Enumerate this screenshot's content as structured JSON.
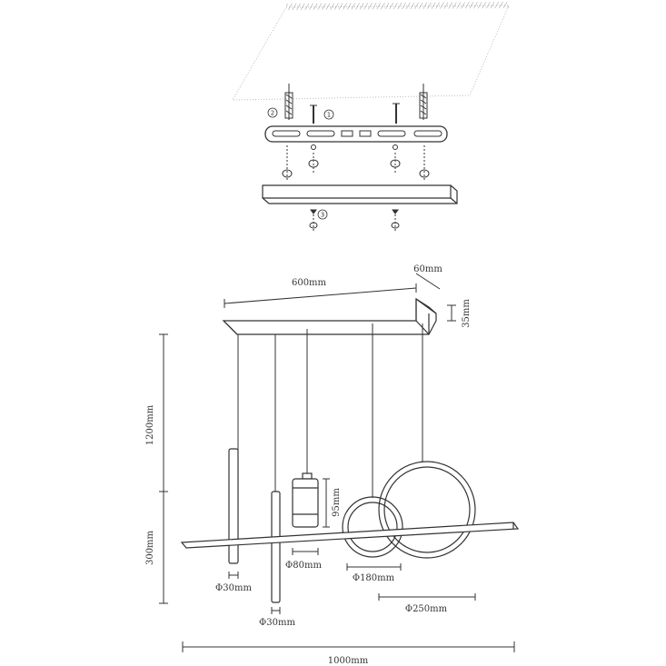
{
  "mounting": {
    "step_labels": [
      "1",
      "2",
      "3"
    ]
  },
  "dimensions": {
    "canopy_length": "600mm",
    "canopy_depth": "60mm",
    "canopy_height": "35mm",
    "drop_length": "1200mm",
    "fixture_height": "300mm",
    "cylinder_height": "95mm",
    "cylinder_diameter": "Φ80mm",
    "tube_left_diameter": "Φ30mm",
    "tube_right_diameter": "Φ30mm",
    "small_ring_diameter": "Φ180mm",
    "large_ring_diameter": "Φ250mm",
    "total_width": "1000mm"
  }
}
